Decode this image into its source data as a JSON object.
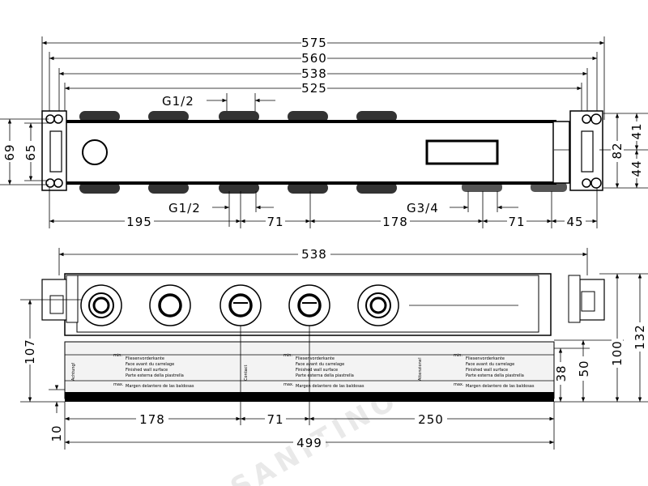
{
  "top_view": {
    "overall_dims": [
      "575",
      "560",
      "538",
      "525"
    ],
    "thread_top": "G1/2",
    "thread_bottom_left": "G1/2",
    "thread_bottom_right": "G3/4",
    "bottom_dims": [
      "195",
      "71",
      "178",
      "71",
      "45"
    ],
    "left_dims": [
      "69",
      "65"
    ],
    "right_dims": [
      "41",
      "82",
      "44"
    ]
  },
  "front_view": {
    "top_dim": "538",
    "left_dims": [
      "107",
      "10"
    ],
    "right_dims": [
      "38",
      "50",
      "100",
      "132"
    ],
    "bottom_dims": [
      "178",
      "71",
      "250"
    ],
    "overall_bottom": "499",
    "label_strip": {
      "title": "Fliesenvorderkante",
      "lines": [
        "Face avant du carrelage",
        "Finished wall surface",
        "Parte esterna della piastrella",
        "Margen delantero de las baldosas"
      ],
      "min": "min.",
      "max": "max.",
      "attention": "Achtung!",
      "contact": "Contact",
      "attenzione": "Attenzione!"
    }
  },
  "watermark": "SANITINO"
}
